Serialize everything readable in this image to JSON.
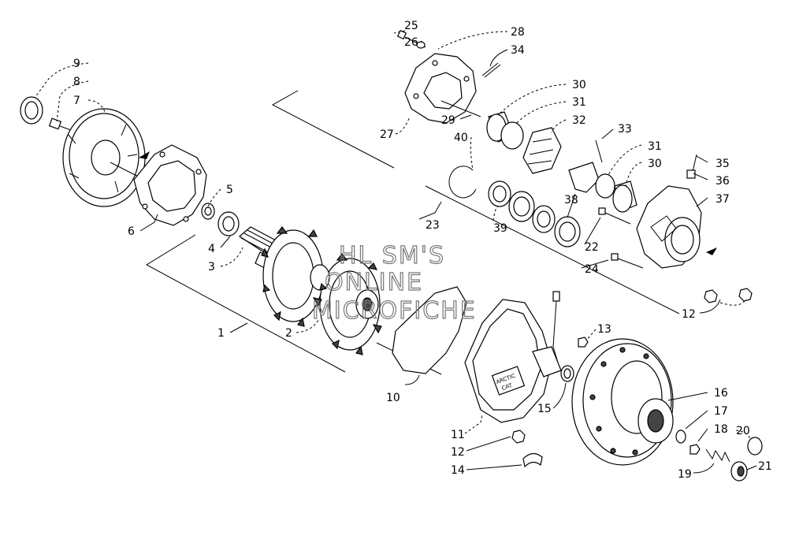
{
  "watermark": [
    "HL SM'S",
    "ONLINE",
    "MICROFICHE"
  ],
  "callouts": {
    "c1": "1",
    "c2": "2",
    "c3": "3",
    "c4": "4",
    "c5": "5",
    "c6": "6",
    "c7": "7",
    "c8": "8",
    "c9": "9",
    "c10": "10",
    "c11": "11",
    "c12a": "12",
    "c12b": "12",
    "c13": "13",
    "c14": "14",
    "c15": "15",
    "c16": "16",
    "c17": "17",
    "c18": "18",
    "c19": "19",
    "c20": "20",
    "c21": "21",
    "c22": "22",
    "c23": "23",
    "c24": "24",
    "c25": "25",
    "c26": "26",
    "c27": "27",
    "c28": "28",
    "c29": "29",
    "c30a": "30",
    "c30b": "30",
    "c31a": "31",
    "c31b": "31",
    "c32": "32",
    "c33": "33",
    "c34": "34",
    "c35": "35",
    "c36": "36",
    "c37": "37",
    "c38": "38",
    "c39": "39",
    "c40": "40"
  },
  "gearcase_decal": [
    "ARCTIC",
    "CAT"
  ]
}
